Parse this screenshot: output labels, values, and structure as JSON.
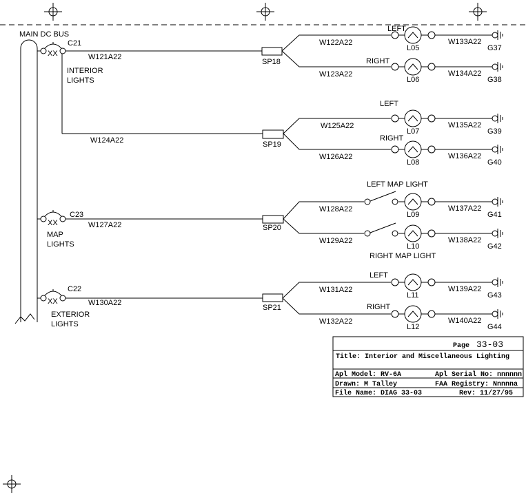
{
  "bus": {
    "label": "MAIN DC BUS"
  },
  "breakers": [
    {
      "id": "C21",
      "xx": "XX",
      "label_lines": [
        "INTERIOR",
        "LIGHTS"
      ]
    },
    {
      "id": "C23",
      "xx": "XX",
      "label_lines": [
        "MAP",
        "LIGHTS"
      ]
    },
    {
      "id": "C22",
      "xx": "XX",
      "label_lines": [
        "EXTERIOR",
        "LIGHTS"
      ]
    }
  ],
  "feed_wires": [
    "W121A22",
    "W124A22",
    "W127A22",
    "W130A22"
  ],
  "splices": [
    "SP18",
    "SP19",
    "SP20",
    "SP21"
  ],
  "circuits": [
    {
      "label": "LEFT",
      "wire_in": "W122A22",
      "lamp": "L05",
      "wire_out": "W133A22",
      "ground": "G37"
    },
    {
      "label": "RIGHT",
      "wire_in": "W123A22",
      "lamp": "L06",
      "wire_out": "W134A22",
      "ground": "G38"
    },
    {
      "label": "LEFT",
      "wire_in": "W125A22",
      "lamp": "L07",
      "wire_out": "W135A22",
      "ground": "G39"
    },
    {
      "label": "RIGHT",
      "wire_in": "W126A22",
      "lamp": "L08",
      "wire_out": "W136A22",
      "ground": "G40"
    },
    {
      "label": "LEFT MAP LIGHT",
      "wire_in": "W128A22",
      "lamp": "L09",
      "wire_out": "W137A22",
      "ground": "G41"
    },
    {
      "label": "RIGHT MAP LIGHT",
      "wire_in": "W129A22",
      "lamp": "L10",
      "wire_out": "W138A22",
      "ground": "G42"
    },
    {
      "label": "LEFT",
      "wire_in": "W131A22",
      "lamp": "L11",
      "wire_out": "W139A22",
      "ground": "G43"
    },
    {
      "label": "RIGHT",
      "wire_in": "W132A22",
      "lamp": "L12",
      "wire_out": "W140A22",
      "ground": "G44"
    }
  ],
  "title_block": {
    "page_label": "Page",
    "page_number": "33-03",
    "title": "Title: Interior and Miscellaneous Lighting",
    "model": "Apl Model: RV-6A",
    "serial": "Apl Serial No: nnnnnn",
    "drawn": "Drawn: M Talley",
    "registry": "FAA Registry: Nnnnna",
    "file": "File Name: DIAG 33-03",
    "rev": "Rev: 11/27/95"
  }
}
